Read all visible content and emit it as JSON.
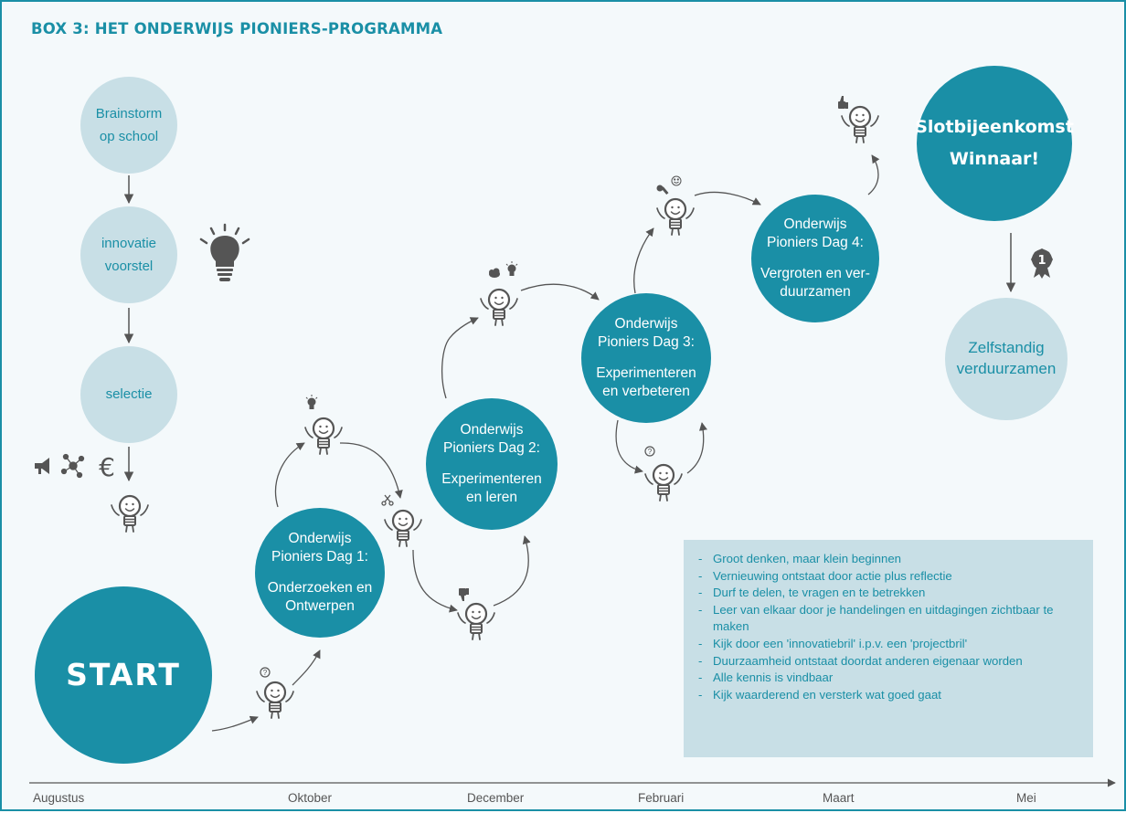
{
  "title": "BOX 3: HET ONDERWIJS PIONIERS-PROGRAMMA",
  "intake": [
    {
      "lines": [
        "Brainstorm",
        "op school"
      ]
    },
    {
      "lines": [
        "innovatie",
        "voorstel"
      ]
    },
    {
      "lines": [
        "selectie"
      ]
    }
  ],
  "start": "START",
  "days": [
    {
      "lines": [
        "Onderwijs",
        "Pioniers Dag 1:",
        "",
        "Onderzoeken en",
        "Ontwerpen"
      ]
    },
    {
      "lines": [
        "Onderwijs",
        "Pioniers Dag 2:",
        "",
        "Experimenteren",
        "en leren"
      ]
    },
    {
      "lines": [
        "Onderwijs",
        "Pioniers Dag 3:",
        "",
        "Experimenteren",
        "en verbeteren"
      ]
    },
    {
      "lines": [
        "Onderwijs",
        "Pioniers Dag 4:",
        "",
        "Vergroten en ver-",
        "duurzamen"
      ]
    }
  ],
  "final": {
    "line1": "Slotbijeenkomst",
    "line2": "Winnaar!"
  },
  "after": {
    "lines": [
      "Zelfstandig",
      "verduurzamen"
    ]
  },
  "icons": {
    "selection_icons": [
      "megaphone-icon",
      "network-icon",
      "euro-icon"
    ],
    "idea": "lightbulb-icon",
    "mascot": "lightbulb-character-icon",
    "question": "question-icon",
    "scissors": "scissors-icon",
    "thumbs_down": "thumbs-down-icon",
    "thumbs_up": "thumbs-up-icon",
    "cloud": "cloud-icon",
    "wrench": "wrench-icon",
    "smiley": "smiley-icon",
    "award": "award-rosette-icon"
  },
  "award_number": "1",
  "principles": [
    "Groot denken, maar klein beginnen",
    "Vernieuwing ontstaat door actie plus reflectie",
    "Durf te delen, te vragen en te betrekken",
    "Leer van elkaar door je handelingen en uitdagingen zichtbaar te maken",
    "Kijk door een 'innovatiebril' i.p.v. een 'projectbril'",
    "Duurzaamheid ontstaat doordat anderen eigenaar worden",
    "Alle kennis is vindbaar",
    "Kijk waarderend en versterk wat goed gaat"
  ],
  "timeline": [
    "Augustus",
    "Oktober",
    "December",
    "Februari",
    "Maart",
    "Mei"
  ],
  "colors": {
    "teal": "#1a8fa6",
    "light": "#c8dfe6",
    "background": "#f4f9fb",
    "line": "#555555"
  }
}
